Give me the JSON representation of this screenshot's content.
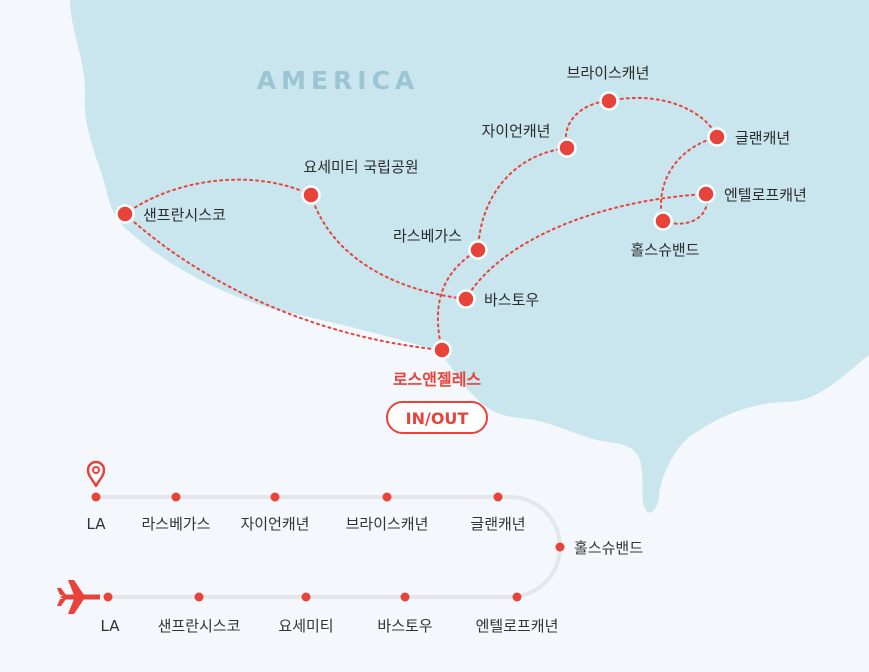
{
  "colors": {
    "land": "#c9e5ee",
    "ocean": "#f4f7fb",
    "accent": "#e8433a",
    "route": "#e8433a",
    "track": "#e5e6ea",
    "region_text": "#9cc5d4"
  },
  "map": {
    "region_label": "AMERICA",
    "hub": {
      "name": "로스앤젤레스",
      "badge": "IN/OUT"
    },
    "places": [
      {
        "key": "sf",
        "name": "샌프란시스코"
      },
      {
        "key": "yosemite",
        "name": "요세미티 국립공원"
      },
      {
        "key": "lasvegas",
        "name": "라스베가스"
      },
      {
        "key": "barstow",
        "name": "바스토우"
      },
      {
        "key": "zion",
        "name": "자이언캐년"
      },
      {
        "key": "bryce",
        "name": "브라이스캐년"
      },
      {
        "key": "grand",
        "name": "글랜캐년"
      },
      {
        "key": "antelope",
        "name": "엔텔로프캐년"
      },
      {
        "key": "horseshoe",
        "name": "홀스슈밴드"
      }
    ],
    "icons": {
      "start": "map-pin-icon",
      "end": "airplane-icon"
    }
  },
  "itinerary": {
    "row1": [
      "LA",
      "라스베가스",
      "자이언캐년",
      "브라이스캐년",
      "글랜캐년"
    ],
    "turn": "홀스슈밴드",
    "row2": [
      "LA",
      "샌프란시스코",
      "요세미티",
      "바스토우",
      "엔텔로프캐년"
    ]
  }
}
